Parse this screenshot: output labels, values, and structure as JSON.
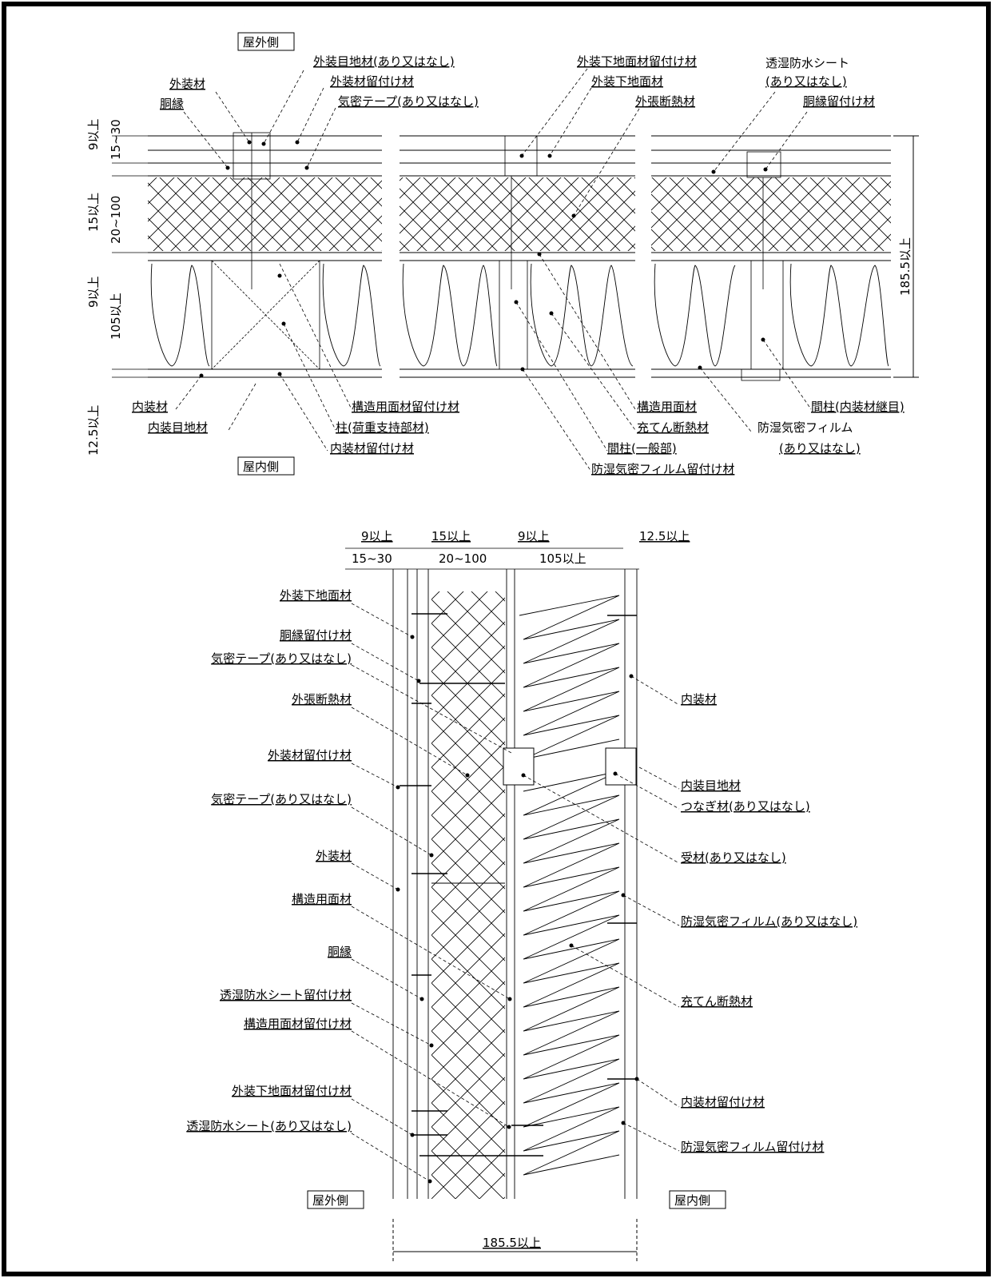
{
  "top": {
    "side_outdoor": "屋外側",
    "side_indoor": "屋内側",
    "dims_left": [
      "9以上",
      "15~30",
      "15以上",
      "20~100",
      "9以上",
      "105以上",
      "12.5以上"
    ],
    "dim_right": "185.5以上",
    "labels": {
      "joint": "外装目地材(あり又はなし)",
      "cladding_fastener": "外装材留付け材",
      "cladding": "外装材",
      "furring": "胴縁",
      "airtight_tape": "気密テープ(あり又はなし)",
      "sub_fastener": "外装下地面材留付け材",
      "sub_board": "外装下地面材",
      "ext_insulation": "外張断熱材",
      "wrb_1": "透湿防水シート",
      "wrb_2": "(あり又はなし)",
      "furring_fastener": "胴縁留付け材",
      "interior": "内装材",
      "interior_joint": "内装目地材",
      "struct_fastener": "構造用面材留付け材",
      "post": "柱(荷重支持部材)",
      "interior_fastener": "内装材留付け材",
      "struct_board": "構造用面材",
      "fill_insulation": "充てん断熱材",
      "stud": "間柱(一般部)",
      "film_fastener": "防湿気密フィルム留付け材",
      "vb_1": "防湿気密フィルム",
      "vb_2": "(あり又はなし)",
      "stud_joint": "間柱(内装材継目)"
    }
  },
  "bottom": {
    "side_outdoor": "屋外側",
    "side_indoor": "屋内側",
    "dims_top": [
      "9以上",
      "15以上",
      "9以上",
      "12.5以上"
    ],
    "dims_second": [
      "15~30",
      "20~100",
      "105以上"
    ],
    "dim_bottom": "185.5以上",
    "left_labels": [
      "外装下地面材",
      "胴縁留付け材",
      "気密テープ(あり又はなし)",
      "外張断熱材",
      "外装材留付け材",
      "気密テープ(あり又はなし)",
      "外装材",
      "構造用面材",
      "胴縁",
      "透湿防水シート留付け材",
      "構造用面材留付け材",
      "外装下地面材留付け材",
      "透湿防水シート(あり又はなし)"
    ],
    "right_labels": [
      "内装材",
      "内装目地材",
      "つなぎ材(あり又はなし)",
      "受材(あり又はなし)",
      "防湿気密フィルム(あり又はなし)",
      "充てん断熱材",
      "内装材留付け材",
      "防湿気密フィルム留付け材"
    ]
  }
}
